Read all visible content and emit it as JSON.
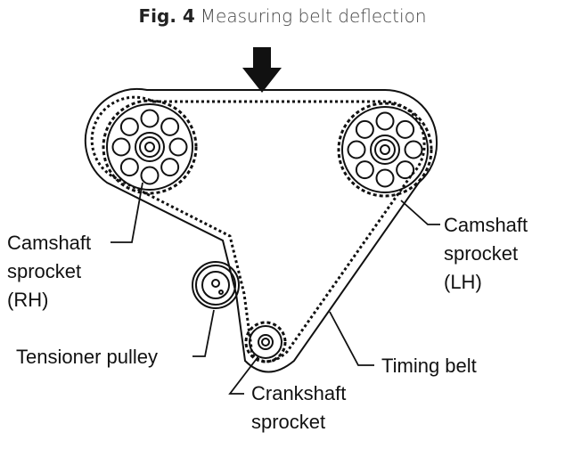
{
  "caption": {
    "figure_number": "Fig. 4",
    "title": "Measuring belt deflection"
  },
  "diagram": {
    "labels": {
      "camshaft_rh": [
        "Camshaft",
        "sprocket",
        "(RH)"
      ],
      "camshaft_lh": [
        "Camshaft",
        "sprocket",
        "(LH)"
      ],
      "tensioner": "Tensioner pulley",
      "timing_belt": "Timing belt",
      "crankshaft": [
        "Crankshaft",
        "sprocket"
      ]
    },
    "indicators": {
      "force_arrow": "down-arrow-icon"
    },
    "colors": {
      "ink": "#111111",
      "background": "#ffffff"
    }
  }
}
